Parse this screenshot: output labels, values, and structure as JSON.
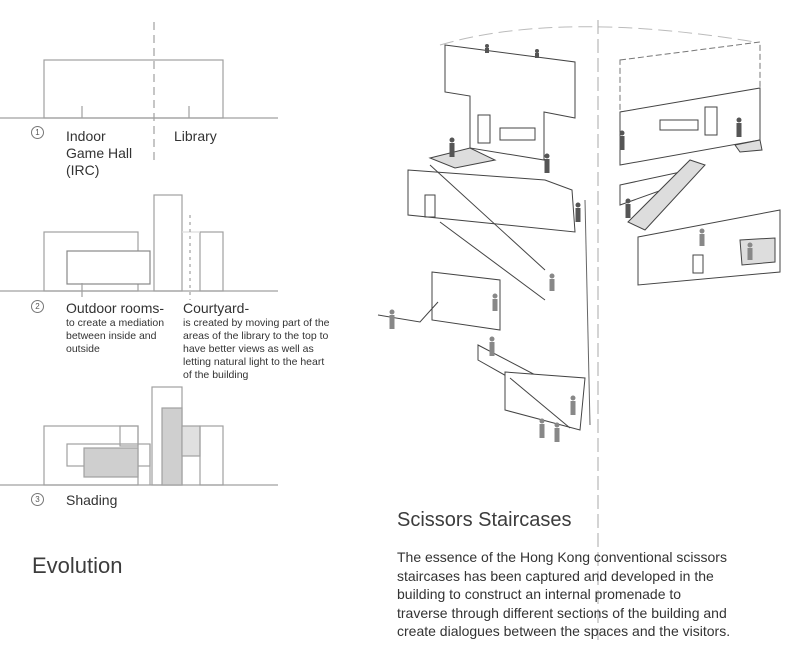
{
  "evolution": {
    "title": "Evolution",
    "steps": [
      {
        "number": "1",
        "labels": [
          {
            "text": "Indoor Game Hall (IRC)",
            "lines": [
              "Indoor",
              "Game Hall",
              "(IRC)"
            ]
          },
          {
            "text": "Library"
          }
        ]
      },
      {
        "number": "2",
        "labels": [
          {
            "heading": "Outdoor rooms-",
            "lines": [
              "to create a mediation",
              "between inside and",
              "outside"
            ]
          },
          {
            "heading": "Courtyard-",
            "lines": [
              "is created by moving part of the",
              "areas of the library to the top to",
              "have better views as well as",
              "letting natural light to the heart",
              "of the building"
            ]
          }
        ]
      },
      {
        "number": "3",
        "labels": [
          {
            "text": "Shading"
          }
        ]
      }
    ]
  },
  "scissors": {
    "title": "Scissors Staircases",
    "description": "The essence of the Hong Kong conventional scissors staircases has been captured and developed in the building to construct an internal promenade to traverse through different sections of the building and create dialogues between the spaces and the visitors.",
    "description_lines": [
      "The essence of the Hong Kong conventional scissors",
      "staircases has been captured and developed in the",
      "building to construct an internal promenade to",
      "traverse through different sections of the building and",
      "create dialogues between the spaces and the visitors."
    ]
  },
  "colors": {
    "line": "#9a9a9a",
    "dark_line": "#555555",
    "fill": "#d8d8d8",
    "figure": "#555555"
  }
}
